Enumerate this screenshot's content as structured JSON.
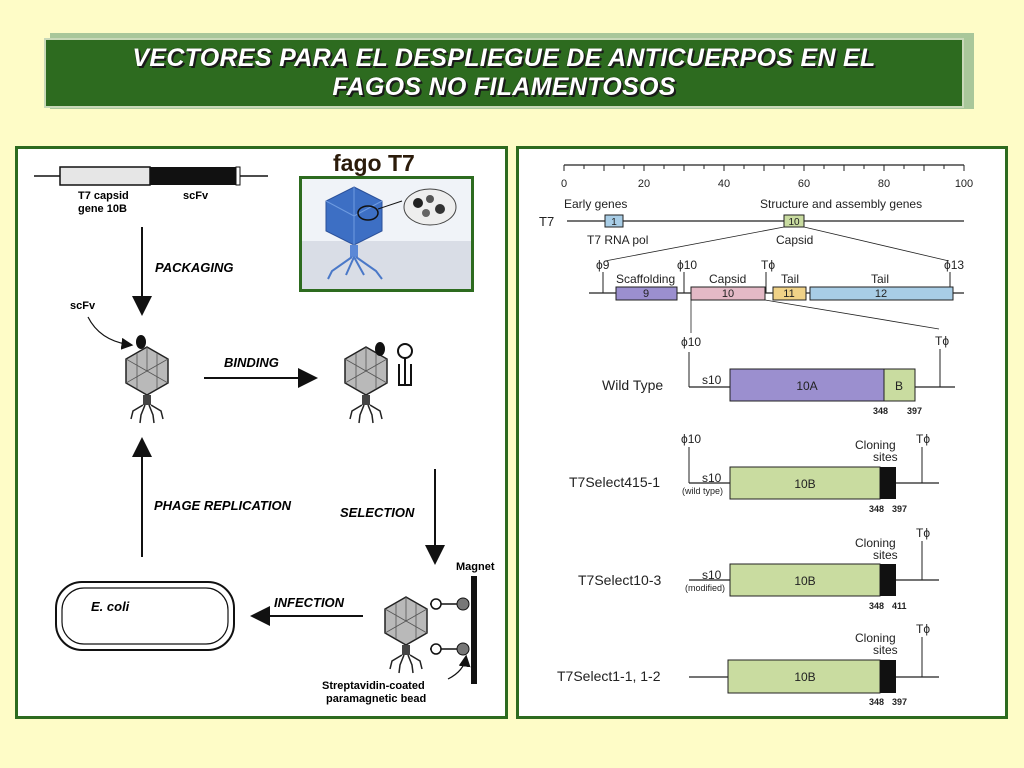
{
  "slide": {
    "title_line1": "VECTORES PARA EL DESPLIEGUE DE ANTICUERPOS  EN EL",
    "title_line2": "FAGOS NO FILAMENTOSOS",
    "colors": {
      "background": "#fefcc7",
      "title_bg": "#2d6b1f",
      "panel_border": "#2d6b1f"
    }
  },
  "left": {
    "photo_label": "fago T7",
    "gene_label_a": "T7 capsid",
    "gene_label_b": "gene 10B",
    "gene_label_scfv": "scFv",
    "scfv_label": "scFv",
    "packaging": "PACKAGING",
    "binding": "BINDING",
    "phage_replication": "PHAGE  REPLICATION",
    "selection": "SELECTION",
    "infection": "INFECTION",
    "ecoli": "E. coli",
    "magnet": "Magnet",
    "bead_line1": "Streptavidin-coated",
    "bead_line2": "paramagnetic bead"
  },
  "right": {
    "scale": [
      "0",
      "20",
      "40",
      "60",
      "80",
      "100"
    ],
    "t7": "T7",
    "early_genes": "Early genes",
    "structure_genes": "Structure and assembly genes",
    "gene1": "1",
    "gene10": "10",
    "rna_pol": "T7 RNA pol",
    "capsid": "Capsid",
    "phi9": "ϕ9",
    "phi10": "ϕ10",
    "tphi": "Tϕ",
    "phi13": "ϕ13",
    "scaffolding": "Scaffolding",
    "capsid_b": "Capsid",
    "tail_a": "Tail",
    "tail_b": "Tail",
    "seg9": "9",
    "seg10": "10",
    "seg11": "11",
    "seg12": "12",
    "phi10_b": "ϕ10",
    "tphi_b": "Tϕ",
    "wild_type": "Wild Type",
    "s10": "s10",
    "wt_10a": "10A",
    "wt_b": "B",
    "wt_n1": "348",
    "wt_n2": "397",
    "phi10_c": "ϕ10",
    "cloning1": "Cloning",
    "sites1": "sites",
    "tphi_c": "Tϕ",
    "sel415": "T7Select415-1",
    "s10_b": "s10",
    "wildtype_paren": "(wild type)",
    "sel415_10b": "10B",
    "sel415_n1": "348",
    "sel415_n2": "397",
    "cloning2": "Cloning",
    "sites2": "sites",
    "tphi_d": "Tϕ",
    "sel103": "T7Select10-3",
    "s10_c": "s10",
    "modified_paren": "(modified)",
    "sel103_10b": "10B",
    "sel103_n1": "348",
    "sel103_n2": "411",
    "cloning3": "Cloning",
    "sites3": "sites",
    "tphi_e": "Tϕ",
    "sel11": "T7Select1-1, 1-2",
    "sel11_10b": "10B",
    "sel11_n1": "348",
    "sel11_n2": "397"
  }
}
